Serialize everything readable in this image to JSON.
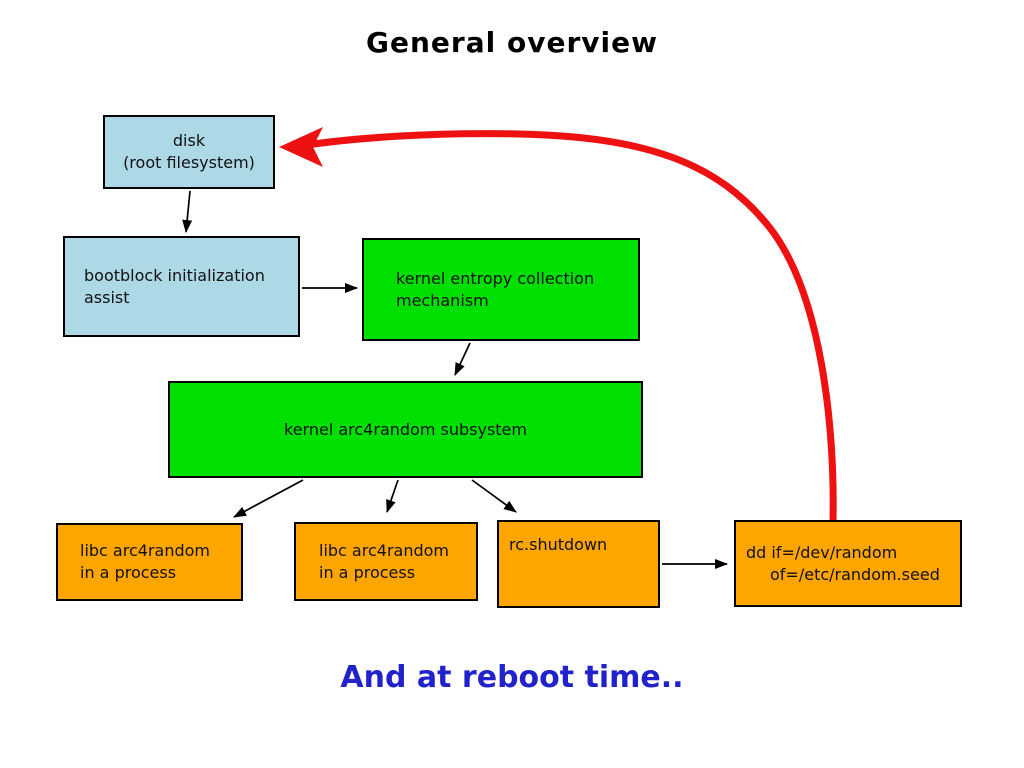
{
  "title": "General overview",
  "footer": "And at reboot time..",
  "colors": {
    "box-blue": "#add8e6",
    "box-green": "#00e000",
    "box-orange": "#ffa500",
    "arrow-red": "#ee1111",
    "arrow-black": "#000000",
    "footer-blue": "#2222cc",
    "text": "#111111"
  },
  "nodes": {
    "disk": {
      "line1": "disk",
      "line2": "(root filesystem)"
    },
    "bootblock": {
      "line1": "bootblock initialization",
      "line2": "assist"
    },
    "entropy": {
      "line1": "kernel entropy collection",
      "line2": "mechanism"
    },
    "arc4random": {
      "line1": "kernel arc4random subsystem"
    },
    "libc1": {
      "line1": "libc arc4random",
      "line2": "in a process"
    },
    "libc2": {
      "line1": "libc arc4random",
      "line2": "in a process"
    },
    "rc_shutdown": {
      "line1": "rc.shutdown"
    },
    "dd": {
      "line1": "dd if=/dev/random",
      "line2": "of=/etc/random.seed"
    }
  }
}
